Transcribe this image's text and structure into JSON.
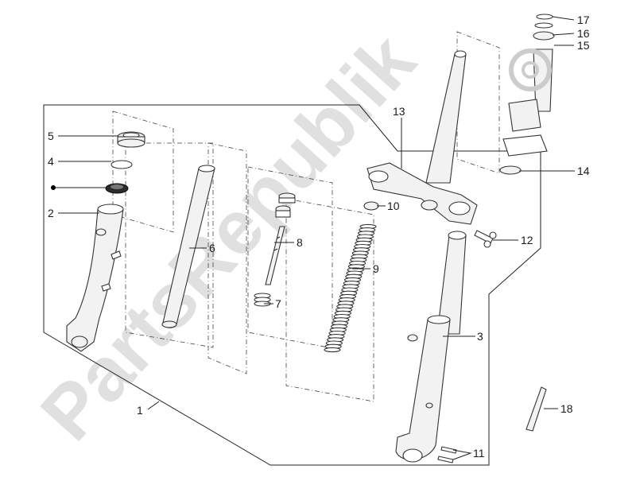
{
  "watermark": "PartsRepublik",
  "labels": [
    "1",
    "2",
    "3",
    "4",
    "5",
    "6",
    "7",
    "8",
    "9",
    "10",
    "11",
    "12",
    "13",
    "14",
    "15",
    "16",
    "17",
    "18"
  ]
}
